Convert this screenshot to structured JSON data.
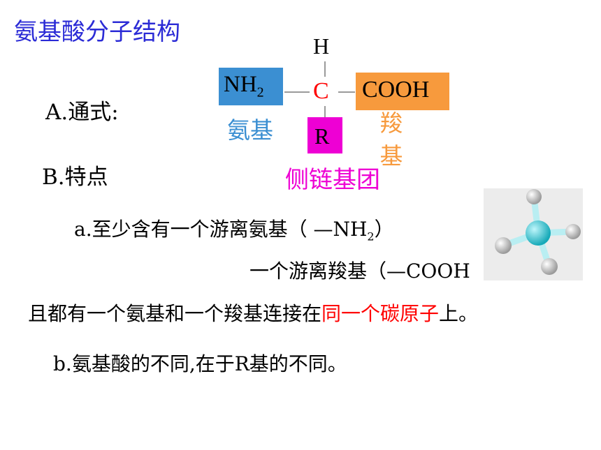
{
  "slide": {
    "title": "氨基酸分子结构"
  },
  "structure": {
    "h_atom": "H",
    "nh2_main": "NH",
    "nh2_sub": "2",
    "c_atom": "C",
    "cooh": "COOH",
    "r_atom": "R",
    "amino_label": "氨基",
    "carboxyl_label": "羧基",
    "side_chain_label": "侧链基团"
  },
  "sections": {
    "formula_label": "A.通式:",
    "feature_label": "B.特点",
    "point_a_main": "a.至少含有一个游离氨基（ —NH",
    "point_a_sub": "2",
    "point_a_end": "）",
    "point_a2": "一个游离羧基（—COOH",
    "summary_pre": "且都有一个氨基和一个羧基连接在",
    "summary_highlight": "同一个碳原子",
    "summary_post": "上。",
    "point_b": "b.氨基酸的不同,在于R基的不同。"
  },
  "colors": {
    "title": "#2b2bd6",
    "amino": "#3b8fd2",
    "carboxyl": "#f79a3d",
    "side_chain": "#ee00d4",
    "carbon": "#ff0000",
    "molecule_center": "#22c8d8",
    "molecule_outer": "#e6e6e6"
  }
}
